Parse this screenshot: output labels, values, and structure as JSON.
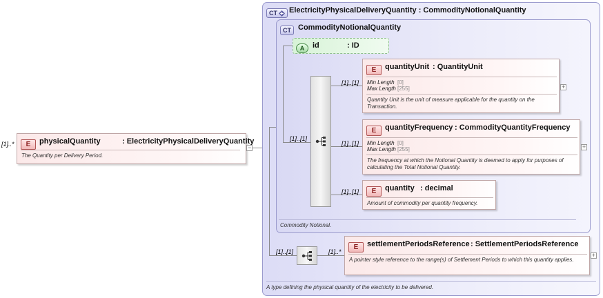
{
  "root_element": {
    "multiplicity": "[1]..*",
    "badge": "E",
    "name": "physicalQuantity",
    "type": ": ElectricityPhysicalDeliveryQuantity",
    "doc": "The Quantity per Delivery Period.",
    "collapse_symbol": "−"
  },
  "outer_type": {
    "badge": "CT",
    "badge_icon": "plus-diamond-icon",
    "title": "ElectricityPhysicalDeliveryQuantity : CommodityNotionalQuantity",
    "doc": "A type defining the physical quantity of the electricity to be delivered."
  },
  "inner_type": {
    "badge": "CT",
    "title": "CommodityNotionalQuantity",
    "doc": "Commodity Notional.",
    "attribute": {
      "badge": "A",
      "name": "id",
      "type": ": ID"
    },
    "sequence_multiplicity": "[1]..[1]",
    "sequence_icon": "sequence-icon",
    "elements": [
      {
        "multiplicity": "[1]..[1]",
        "badge": "E",
        "name": "quantityUnit",
        "type": ": QuantityUnit",
        "facets": [
          {
            "label": "Min Length",
            "value": "[0]"
          },
          {
            "label": "Max Length",
            "value": "[255]"
          }
        ],
        "doc": "Quantity Unit is the unit of measure applicable for the quantity on the Transaction.",
        "expand_symbol": "+"
      },
      {
        "multiplicity": "[1]..[1]",
        "badge": "E",
        "name": "quantityFrequency",
        "type": ": CommodityQuantityFrequency",
        "facets": [
          {
            "label": "Min Length",
            "value": "[0]"
          },
          {
            "label": "Max Length",
            "value": "[255]"
          }
        ],
        "doc": "The frequency at which the Notional Quantity is deemed to apply for purposes of calculating the Total Notional Quantity.",
        "expand_symbol": "+"
      },
      {
        "multiplicity": "[1]..[1]",
        "badge": "E",
        "name": "quantity",
        "type": ": decimal",
        "doc": "Amount of commodity per quantity frequency."
      }
    ]
  },
  "outer_sequence": {
    "multiplicity": "[1]..[1]",
    "icon": "sequence-icon",
    "element": {
      "multiplicity": "[1]..*",
      "badge": "E",
      "name": "settlementPeriodsReference",
      "type": ": SettlementPeriodsReference",
      "doc": "A pointer style reference to the range(s) of Settlement Periods to which this quantity applies.",
      "expand_symbol": "+"
    }
  }
}
